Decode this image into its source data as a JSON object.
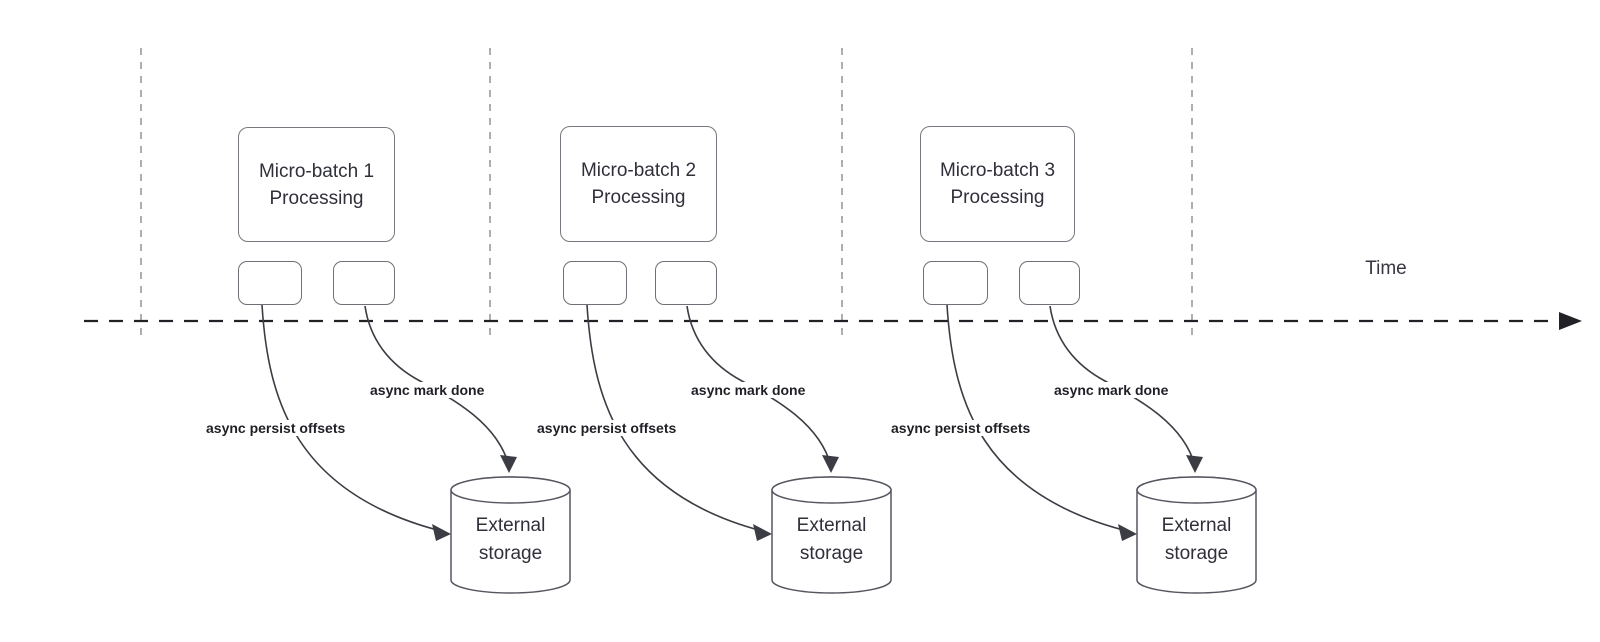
{
  "diagram": {
    "type": "micro-batch-async-checkpoint-timeline",
    "time_axis": {
      "label": "Time"
    },
    "groups": [
      {
        "process_title_line1": "Micro-batch 1",
        "process_title_line2": "Processing",
        "persist_arrow_label": "async persist offsets",
        "mark_done_arrow_label": "async mark done",
        "storage_title_line1": "External",
        "storage_title_line2": "storage"
      },
      {
        "process_title_line1": "Micro-batch 2",
        "process_title_line2": "Processing",
        "persist_arrow_label": "async persist offsets",
        "mark_done_arrow_label": "async mark done",
        "storage_title_line1": "External",
        "storage_title_line2": "storage"
      },
      {
        "process_title_line1": "Micro-batch 3",
        "process_title_line2": "Processing",
        "persist_arrow_label": "async persist offsets",
        "mark_done_arrow_label": "async mark done",
        "storage_title_line1": "External",
        "storage_title_line2": "storage"
      }
    ],
    "colors": {
      "background": "#ffffff",
      "shape_border": "#6f6f78",
      "shape_fill": "#ffffff",
      "text": "#30303a",
      "edge_stroke": "#3c3c44",
      "edge_label_text": "#1f1f26",
      "guide_line": "#949499",
      "time_axis_line": "#212126"
    }
  }
}
